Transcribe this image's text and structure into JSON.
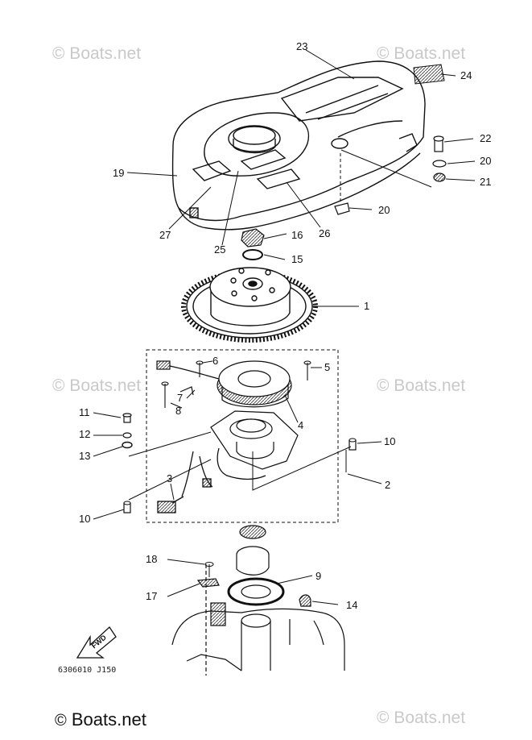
{
  "watermark": "© Boats.net",
  "footer": {
    "brand": "Boats.net",
    "copyright_symbol": "©"
  },
  "diagram_code": "6306010 J150",
  "fwd_label": "FWD",
  "callouts": [
    "1",
    "2",
    "3",
    "4",
    "5",
    "6",
    "7",
    "8",
    "9",
    "10",
    "10",
    "11",
    "12",
    "13",
    "14",
    "15",
    "16",
    "17",
    "18",
    "19",
    "20",
    "20",
    "21",
    "22",
    "23",
    "24",
    "25",
    "26",
    "27"
  ],
  "colors": {
    "line": "#111111",
    "watermark": "#c9c9c9"
  }
}
